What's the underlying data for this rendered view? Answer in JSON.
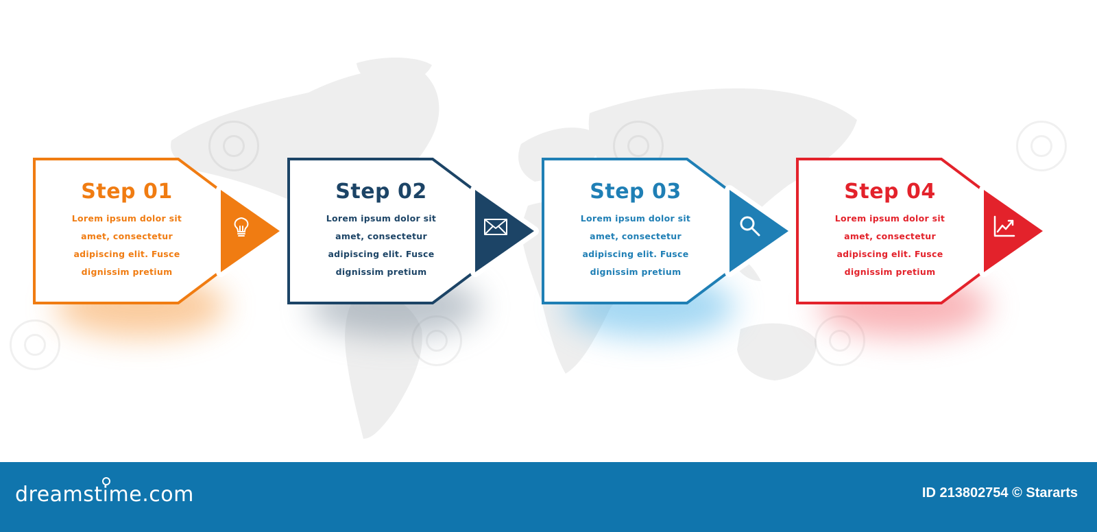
{
  "steps": [
    {
      "title": "Step 01",
      "text_lines": [
        "Lorem ipsum dolor sit",
        "amet, consectetur",
        "adipiscing elit. Fusce",
        "dignissim pretium"
      ],
      "color": "#f07c12",
      "icon": "lightbulb-icon"
    },
    {
      "title": "Step 02",
      "text_lines": [
        "Lorem ipsum dolor sit",
        "amet, consectetur",
        "adipiscing elit. Fusce",
        "dignissim pretium"
      ],
      "color": "#1c4466",
      "icon": "envelope-icon"
    },
    {
      "title": "Step 03",
      "text_lines": [
        "Lorem ipsum dolor sit",
        "amet, consectetur",
        "adipiscing elit. Fusce",
        "dignissim pretium"
      ],
      "color": "#1f7fb5",
      "icon": "magnifier-icon"
    },
    {
      "title": "Step 04",
      "text_lines": [
        "Lorem ipsum dolor sit",
        "amet, consectetur",
        "adipiscing elit. Fusce",
        "dignissim pretium"
      ],
      "color": "#e3222b",
      "icon": "growth-chart-icon"
    }
  ],
  "footer": {
    "brand": "dreamstime.com",
    "credit": "ID 213802754 © Stararts",
    "background": "#1075ad"
  }
}
